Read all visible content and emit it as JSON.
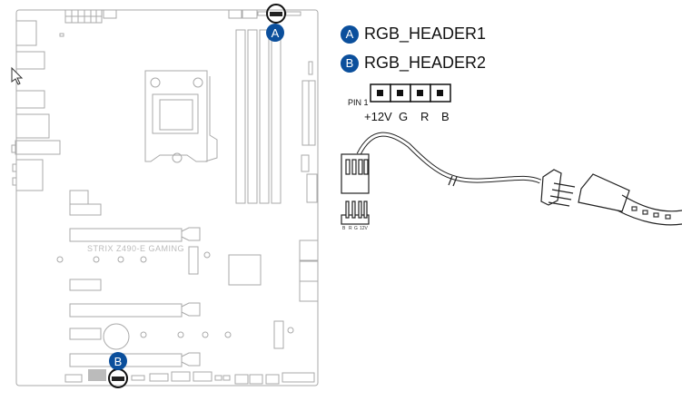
{
  "legend": [
    {
      "badge": "A",
      "label": "RGB_HEADER1"
    },
    {
      "badge": "B",
      "label": "RGB_HEADER2"
    }
  ],
  "pinout": {
    "pin1_label": "PIN 1",
    "pins": [
      "+12V",
      "G",
      "R",
      "B"
    ]
  },
  "board": {
    "model_label": "STRIX Z490-E GAMING",
    "marker_a": "A",
    "marker_b": "B"
  },
  "cable_connector_pins": [
    "B",
    "R",
    "G",
    "12V"
  ],
  "colors": {
    "badge": "#0b4f9c",
    "outline": "#aaaaaa"
  }
}
